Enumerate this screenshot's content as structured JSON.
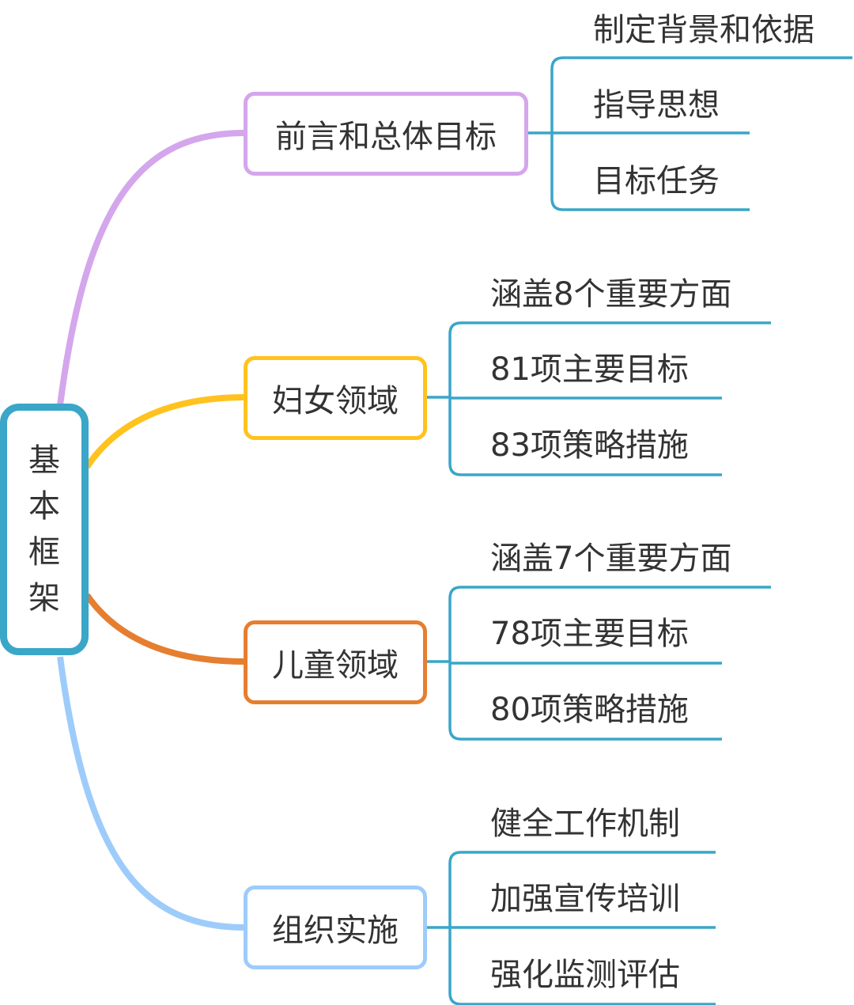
{
  "root": {
    "label": [
      "基",
      "本",
      "框",
      "架"
    ]
  },
  "branches": [
    {
      "label": "前言和总体目标",
      "color": "#D4A6EC",
      "leaves": [
        "制定背景和依据",
        "指导思想",
        "目标任务"
      ]
    },
    {
      "label": "妇女领域",
      "color": "#FFC21E",
      "leaves": [
        "涵盖8个重要方面",
        "81项主要目标",
        "83项策略措施"
      ]
    },
    {
      "label": "儿童领域",
      "color": "#E67E30",
      "leaves": [
        "涵盖7个重要方面",
        "78项主要目标",
        "80项策略措施"
      ]
    },
    {
      "label": "组织实施",
      "color": "#9DCCFA",
      "leaves": [
        "健全工作机制",
        "加强宣传培训",
        "强化监测评估"
      ]
    }
  ],
  "colors": {
    "root_border": "#3AA6C8",
    "leaf_line": "#3AA6C8"
  }
}
